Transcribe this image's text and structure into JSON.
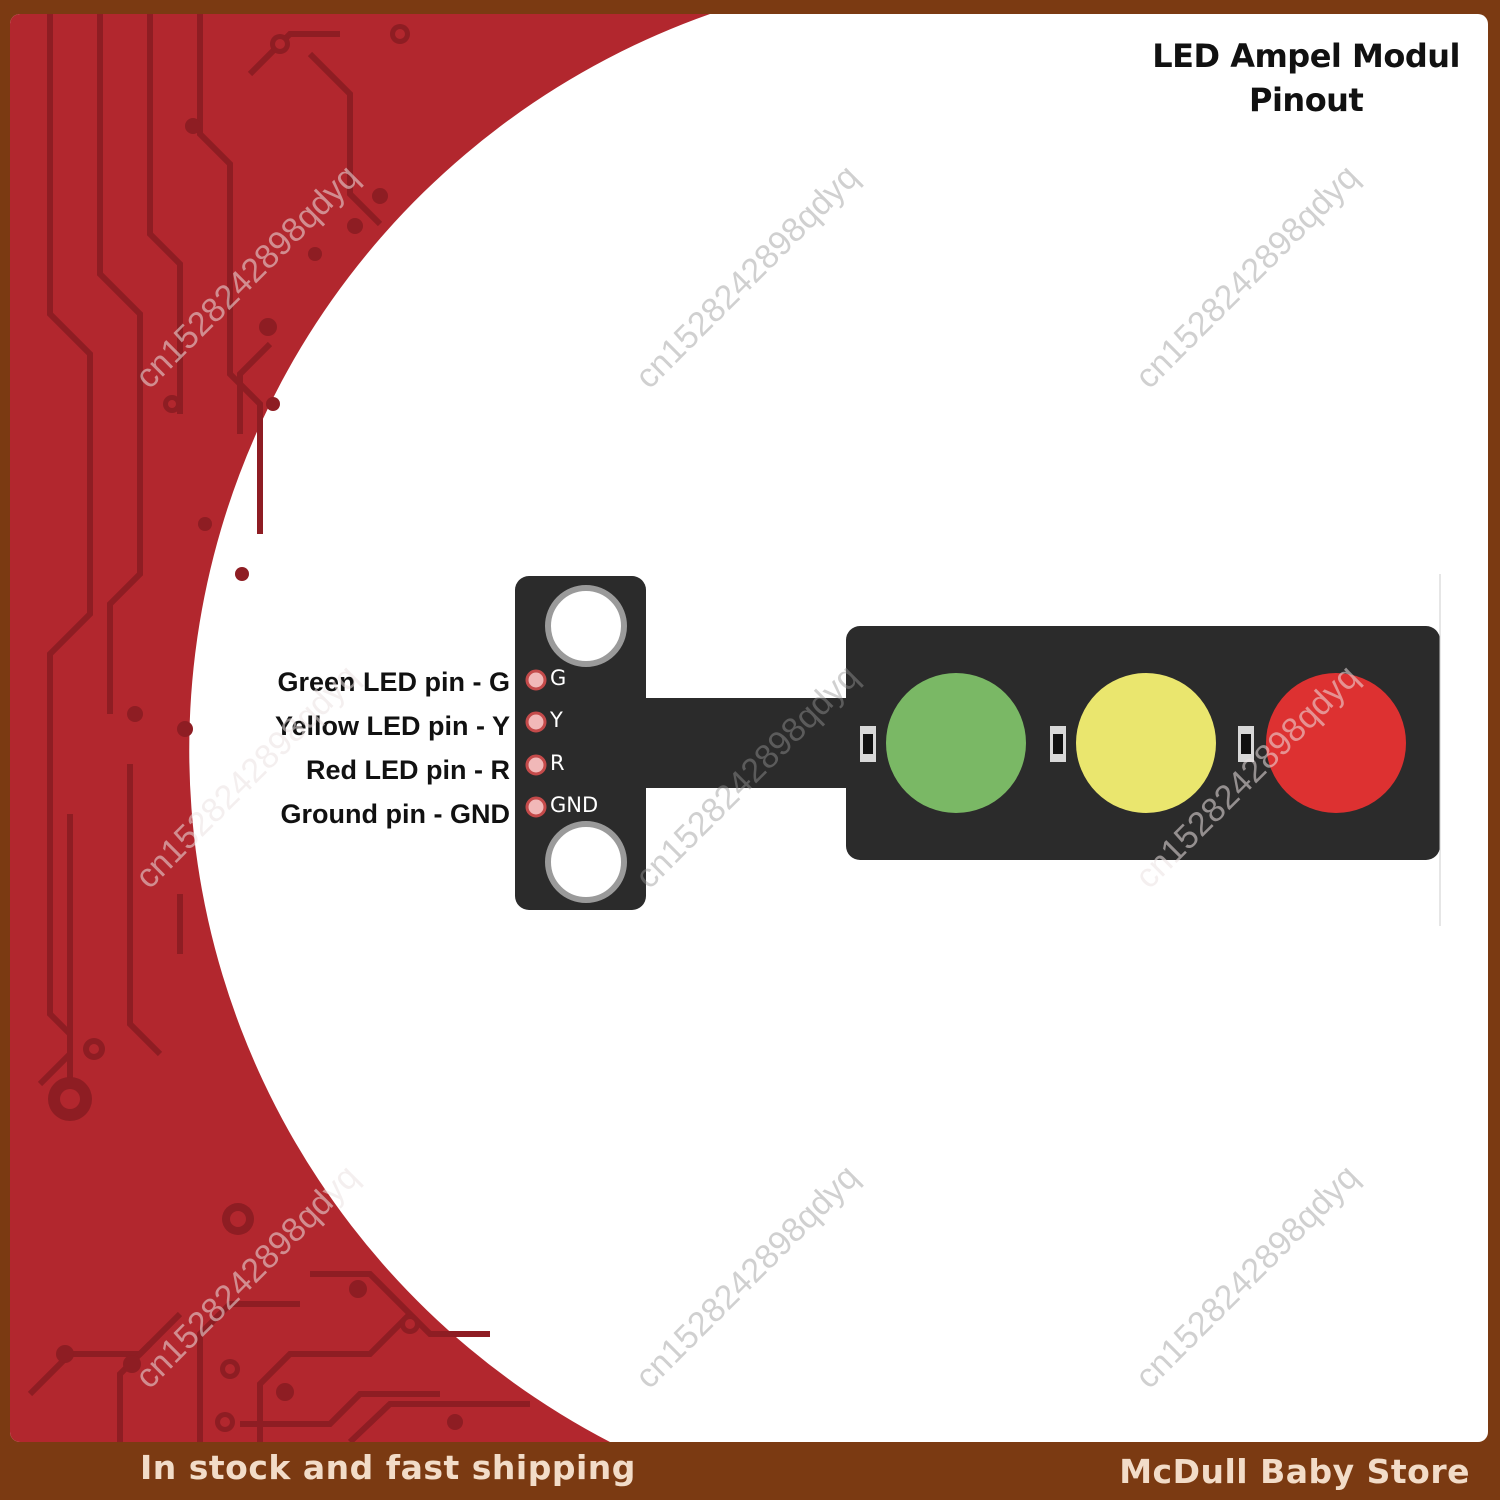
{
  "title": {
    "line1": "LED Ampel Modul",
    "line2": "Pinout"
  },
  "pins": [
    {
      "label": "Green LED pin - G",
      "code": "G"
    },
    {
      "label": "Yellow LED pin - Y",
      "code": "Y"
    },
    {
      "label": "Red LED pin - R",
      "code": "R"
    },
    {
      "label": "Ground pin - GND",
      "code": "GND"
    }
  ],
  "leds": [
    {
      "name": "green",
      "color": "#7ab865"
    },
    {
      "name": "yellow",
      "color": "#eae66e"
    },
    {
      "name": "red",
      "color": "#dd3131"
    }
  ],
  "watermark": "cn1528242898qdyq",
  "footer": {
    "left": "In stock and fast shipping",
    "right": "McDull Baby Store"
  },
  "colors": {
    "background_red": "#b2272e",
    "frame_brown": "#7b3a12",
    "board": "#2b2b2b"
  }
}
